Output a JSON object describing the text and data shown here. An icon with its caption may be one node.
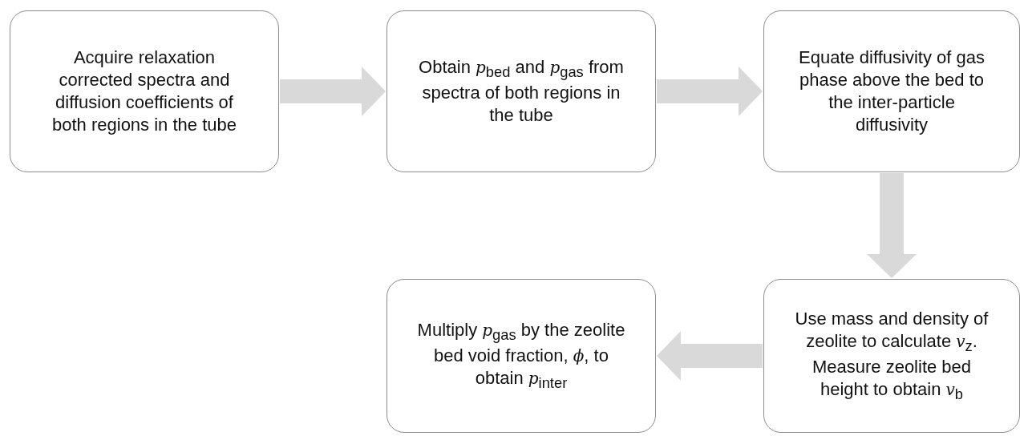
{
  "diagram": {
    "nodes": [
      {
        "text": [
          "Acquire relaxation corrected spectra and diffusion coefficients of both regions in the tube"
        ]
      },
      {
        "text": [
          "Obtain *p*$_{bed}$ and *p*$_{gas}$ from spectra of both regions in the tube"
        ]
      },
      {
        "text": [
          "Equate diffusivity of gas phase above the bed to the inter-particle diffusivity"
        ]
      },
      {
        "text": [
          "Use mass and density of zeolite to calculate *v*$_{z}$. Measure zeolite bed height to obtain *v*$_{b}$"
        ]
      },
      {
        "text": [
          "Multiply *p*$_{gas}$ by the zeolite bed void fraction, *ϕ*,  to obtain *p*$_{inter}$"
        ]
      }
    ],
    "edges": [
      {
        "from": 0,
        "to": 1,
        "arrow": "to"
      },
      {
        "from": 1,
        "to": 2,
        "arrow": "to"
      },
      {
        "from": 2,
        "to": 3,
        "arrow": "to"
      },
      {
        "from": 3,
        "to": 4,
        "arrow": "to"
      }
    ]
  }
}
